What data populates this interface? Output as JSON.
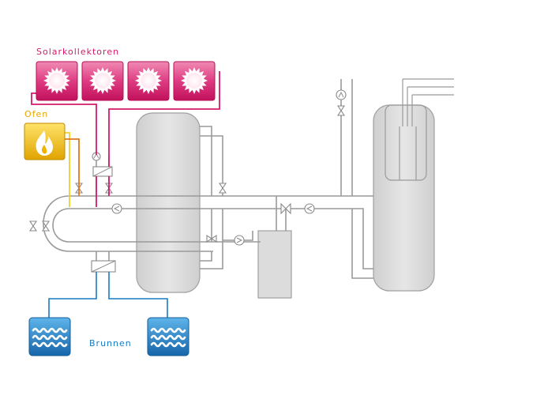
{
  "labels": {
    "solar": "Solarkollektoren",
    "oven": "Ofen",
    "wells": "Brunnen"
  },
  "colors": {
    "solar": "#d6196b",
    "oven": "#e8b200",
    "oven_pipe": "#e07a1a",
    "water": "#1a7bc0",
    "pipe": "#9a9a9a",
    "tank_fill": "#d9d9d9",
    "tank_stroke": "#a0a0a0"
  },
  "icons": {
    "solar_collector": "sun-icon",
    "oven": "flame-icon",
    "well": "waves-icon"
  },
  "solar_collector_count": 4,
  "well_count": 2
}
